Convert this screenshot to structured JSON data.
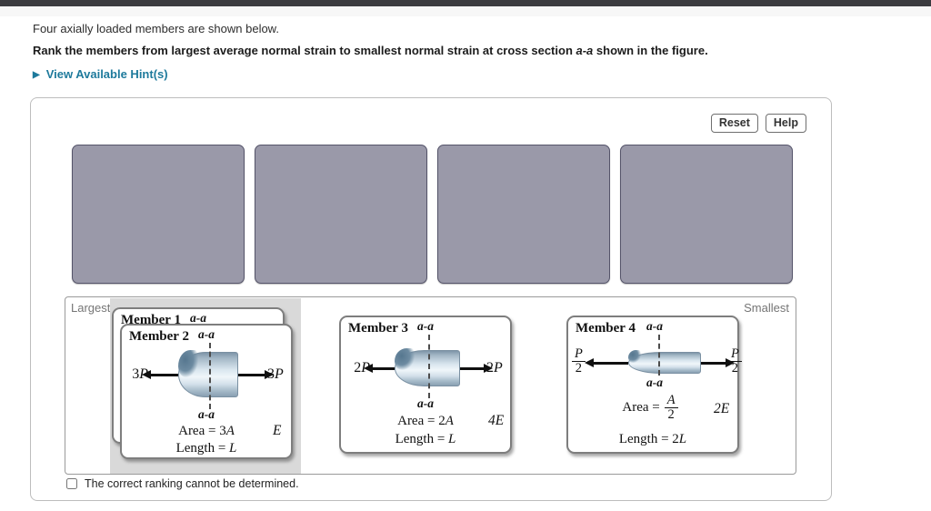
{
  "page": {
    "intro": "Four axially loaded members are shown below.",
    "instruction_pre": "Rank the members from largest average normal strain to smallest normal strain at cross section ",
    "instruction_italic": "a-a",
    "instruction_post": " shown in the figure.",
    "hint_link": "View Available Hint(s)"
  },
  "icons": {
    "hint_arrow": "▶"
  },
  "toolbar": {
    "reset_label": "Reset",
    "help_label": "Help"
  },
  "bin": {
    "largest_label": "Largest",
    "smallest_label": "Smallest"
  },
  "checkbox": {
    "label": "The correct ranking cannot be determined."
  },
  "members": [
    {
      "title": "Member 1",
      "section_label": "a-a"
    },
    {
      "title": "Member 2",
      "section_label": "a-a",
      "section_label_bottom": "a-a",
      "force_coeff": "3",
      "force_symbol": "P",
      "area_prefix": "Area = 3",
      "area_symbol": "A",
      "modulus_coeff": "",
      "modulus_symbol": "E",
      "length_prefix": "Length = ",
      "length_symbol": "L"
    },
    {
      "title": "Member 3",
      "section_label": "a-a",
      "section_label_bottom": "a-a",
      "force_coeff": "2",
      "force_symbol": "P",
      "area_prefix": "Area = 2",
      "area_symbol": "A",
      "modulus_coeff": "4",
      "modulus_symbol": "E",
      "length_prefix": "Length = ",
      "length_symbol": "L"
    },
    {
      "title": "Member 4",
      "section_label": "a-a",
      "section_label_bottom": "a-a",
      "force_frac_num": "P",
      "force_frac_den": "2",
      "area_prefix": "Area =",
      "area_frac_num": "A",
      "area_frac_den": "2",
      "modulus_coeff": "2",
      "modulus_symbol": "E",
      "length_prefix": "Length = 2",
      "length_symbol": "L"
    }
  ],
  "colors": {
    "accent_teal": "#1e7a9c",
    "drop_target_fill": "#9a99a9",
    "drop_target_border": "#55546a",
    "stack_zone_fill": "#d9d9d9"
  }
}
